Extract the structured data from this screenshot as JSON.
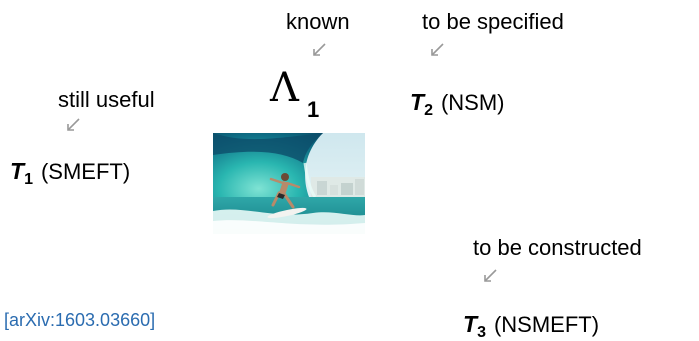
{
  "annotations": {
    "known": "known",
    "to_be_specified": "to be specified",
    "still_useful": "still useful",
    "to_be_constructed": "to be constructed"
  },
  "lambda": {
    "symbol": "Λ",
    "subscript": "1"
  },
  "theories": {
    "t1": {
      "symbol": "T",
      "subscript": "1",
      "name": "(SMEFT)"
    },
    "t2": {
      "symbol": "T",
      "subscript": "2",
      "name": "(NSM)"
    },
    "t3": {
      "symbol": "T",
      "subscript": "3",
      "name": "(NSMEFT)"
    }
  },
  "reference": "[arXiv:1603.03660]",
  "image": {
    "subject": "surfer-on-wave"
  },
  "colors": {
    "reference": "#2b6cb0",
    "arrow": "#999999"
  }
}
